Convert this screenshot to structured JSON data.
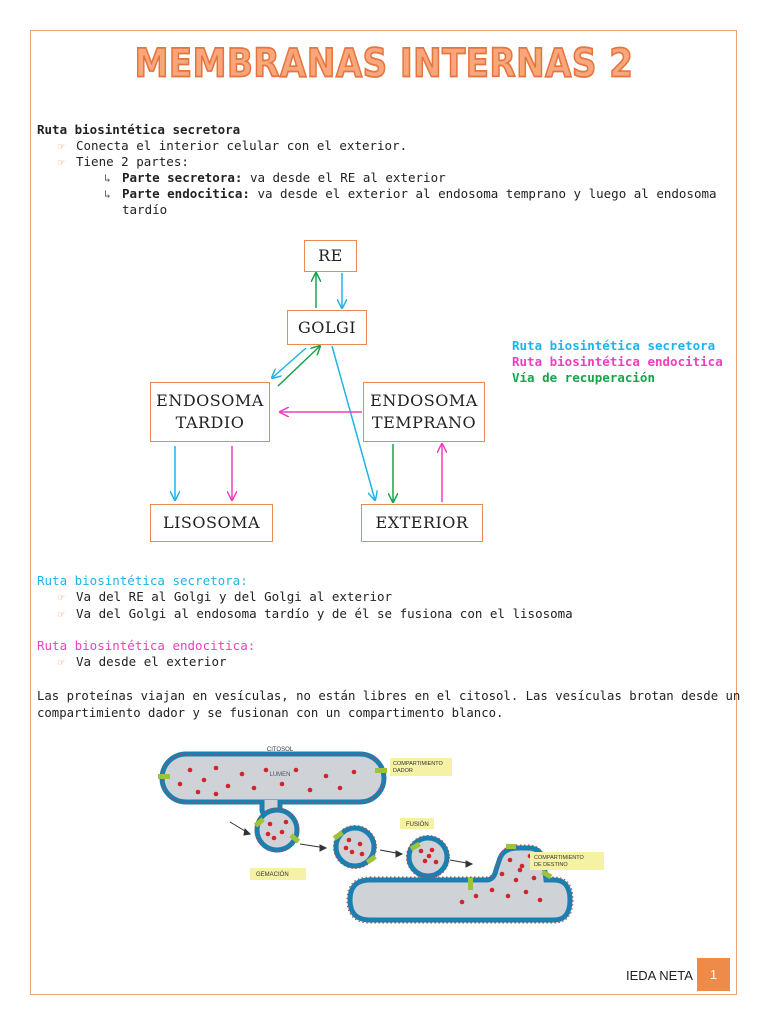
{
  "title": "MEMBRANAS INTERNAS 2",
  "intro": {
    "heading": "Ruta biosintética secretora",
    "bullet1": "Conecta el interior celular con el exterior.",
    "bullet2": "Tiene 2 partes:",
    "sub1_bold": "Parte secretora:",
    "sub1_text": " va desde el RE al exterior",
    "sub2_bold": "Parte endocitica:",
    "sub2_text": " va desde el exterior al endosoma temprano y luego al endosoma",
    "sub2_text2": "tardío"
  },
  "diagram": {
    "re": "RE",
    "golgi": "GOLGI",
    "endosoma_tardio_1": "ENDOSOMA",
    "endosoma_tardio_2": "TARDIO",
    "endosoma_temprano_1": "ENDOSOMA",
    "endosoma_temprano_2": "TEMPRANO",
    "lisosoma": "LISOSOMA",
    "exterior": "EXTERIOR"
  },
  "legend": {
    "secretora": "Ruta biosintética secretora",
    "endocitica": "Ruta biosintética endocitica",
    "recuperacion": "Vía de recuperación"
  },
  "colors": {
    "secretora": "#1fb4e8",
    "endocitica": "#ee3fbf",
    "recuperacion": "#14a54a",
    "accent": "#ee8b48"
  },
  "section_secretora": {
    "heading": "Ruta biosintética secretora:",
    "bullet1": "Va del RE al Golgi y del Golgi al exterior",
    "bullet2": "Va del Golgi al endosoma tardío y de él se fusiona con el lisosoma"
  },
  "section_endocitica": {
    "heading": "Ruta biosintética endocitica:",
    "bullet1": "Va desde el exterior"
  },
  "paragraph": {
    "line1": " Las proteínas viajan en vesículas, no están libres en el citosol. Las vesículas brotan desde un",
    "line2": "compartimiento dador y se fusionan con un compartimento blanco."
  },
  "figure": {
    "citosol": "CITOSOL",
    "lumen": "LUMEN",
    "dador_1": "COMPARTIMIENTO",
    "dador_2": "DADOR",
    "fusion": "FUSIÓN",
    "gemacion": "GEMACIÓN",
    "destino_1": "COMPARTIMIENTO",
    "destino_2": "DE DESTINO"
  },
  "footer": {
    "author": "IEDA NETA",
    "page": "1"
  }
}
